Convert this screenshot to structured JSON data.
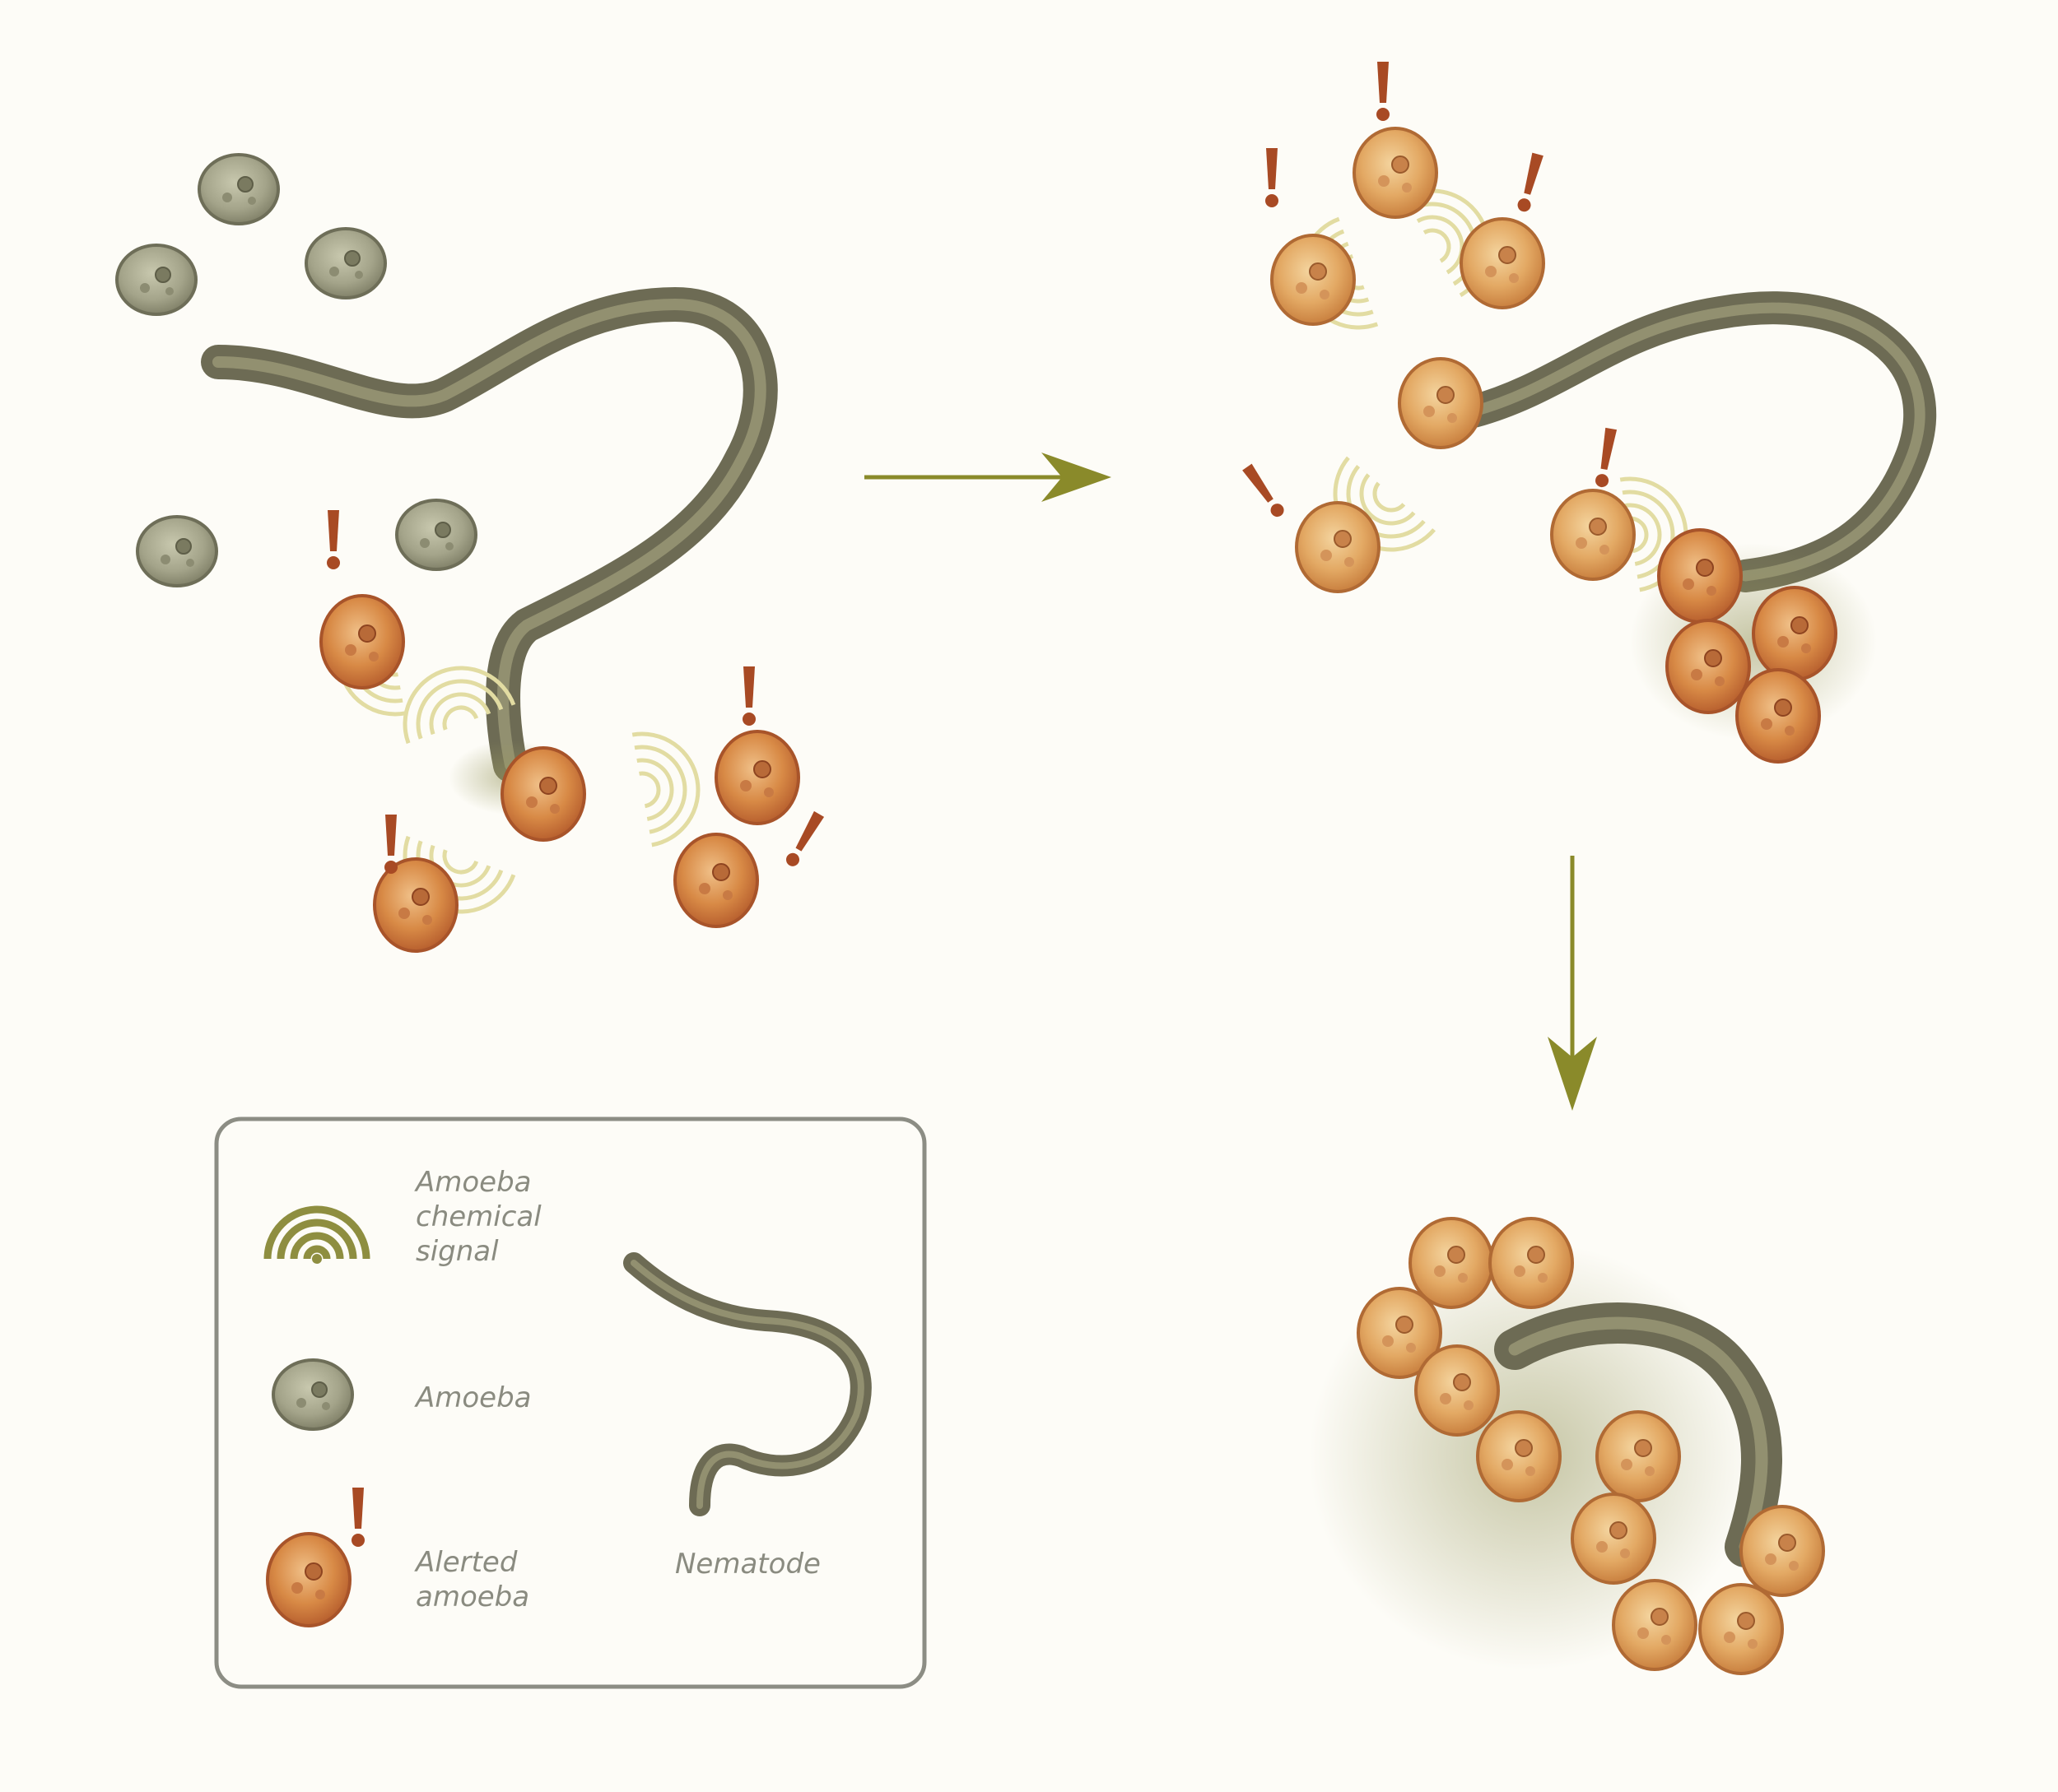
{
  "legend": {
    "signal_label": [
      "Amoeba",
      "chemical",
      "signal"
    ],
    "amoeba_label": "Amoeba",
    "alerted_label": [
      "Alerted",
      "amoeba"
    ],
    "nematode_label": "Nematode"
  },
  "colors": {
    "background": "#fdfcf7",
    "amoeba": "#a4a48a",
    "alerted_amoeba": "#d88a46",
    "alert_mark": "#a84a24",
    "nematode": "#6d6b54",
    "signal": "#e2dca2",
    "arrow": "#8a8a2a",
    "legend_border": "#8c8d84"
  }
}
